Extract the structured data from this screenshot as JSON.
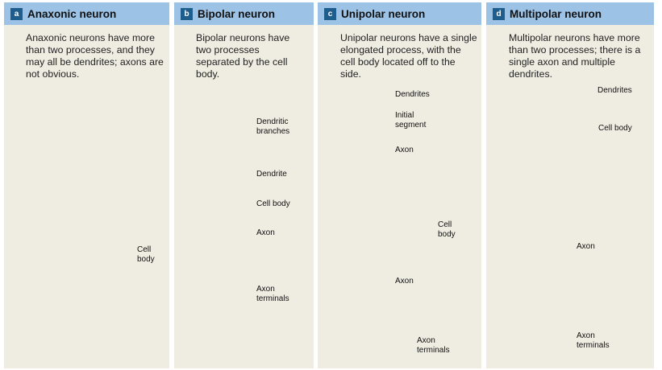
{
  "colors": {
    "header": "#9cc3e6",
    "badge": "#1f5d8c",
    "panel": "#efece2",
    "neuron": "#5aa0cf"
  },
  "panels": [
    {
      "letter": "a",
      "title": "Anaxonic neuron",
      "desc": "Anaxonic neurons have more than two processes, and they may all be dendrites; axons are not obvious.",
      "labels": [
        "Cell body"
      ]
    },
    {
      "letter": "b",
      "title": "Bipolar neuron",
      "desc": "Bipolar neurons have two processes separated by the cell body.",
      "labels": [
        "Dendritic branches",
        "Dendrite",
        "Cell body",
        "Axon",
        "Axon terminals"
      ]
    },
    {
      "letter": "c",
      "title": "Unipolar neuron",
      "desc": "Unipolar neurons have a single elongated process, with the cell body located off to the side.",
      "labels": [
        "Dendrites",
        "Initial segment",
        "Axon",
        "Cell body",
        "Axon",
        "Axon terminals"
      ]
    },
    {
      "letter": "d",
      "title": "Multipolar neuron",
      "desc": "Multipolar neurons have more than two processes; there is a single axon and multiple dendrites.",
      "labels": [
        "Dendrites",
        "Cell body",
        "Axon",
        "Axon terminals"
      ]
    }
  ]
}
